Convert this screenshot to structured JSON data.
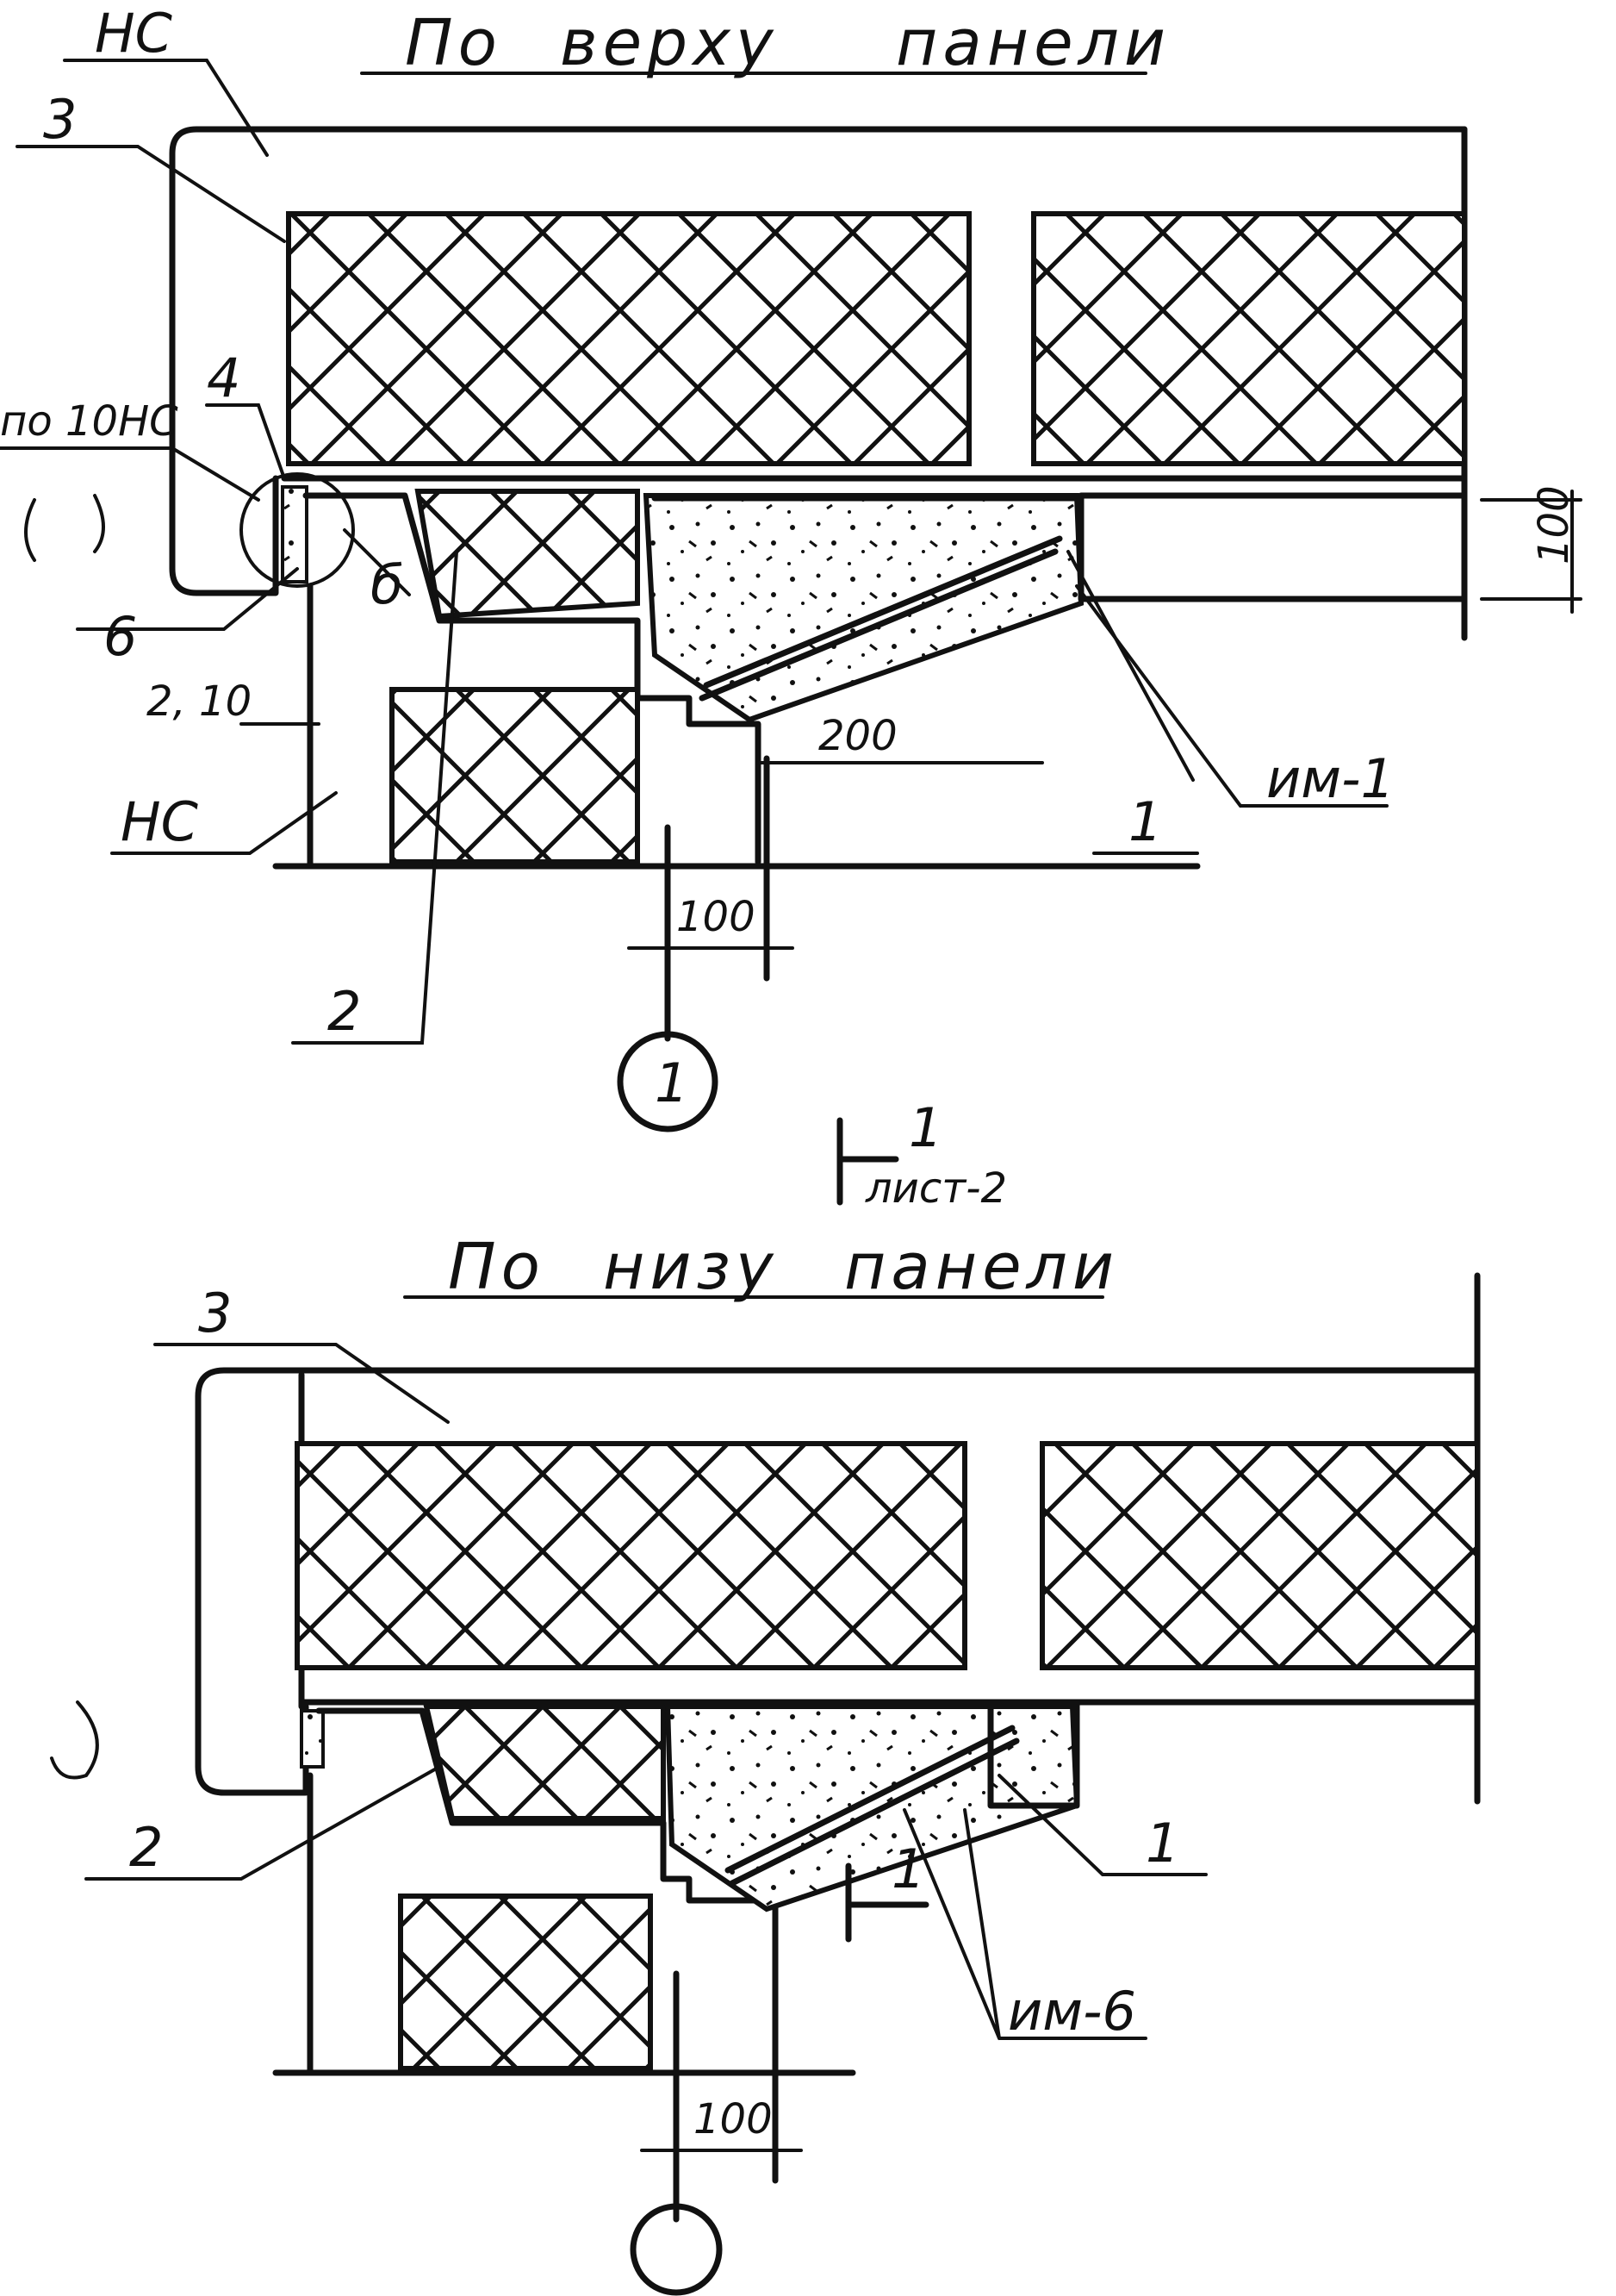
{
  "top_section": {
    "title": [
      "По",
      "верху",
      "панели"
    ],
    "labels": {
      "nc_top": "НС",
      "item_3": "3",
      "item_4": "4",
      "callout_node": "по 10НС",
      "item_b": "б",
      "item_6": "6",
      "dim_2_10": "2, 10",
      "nc_bottom": "НС",
      "dim_200": "200",
      "im_1": "им-1",
      "item_1": "1",
      "dim_100_right": "100",
      "dim_100_bottom": "100",
      "item_2": "2",
      "axis_mark": "1"
    }
  },
  "section_marker": {
    "number": "1",
    "sheet": "лист-2"
  },
  "bottom_section": {
    "title": [
      "По",
      "низу",
      "панели"
    ],
    "labels": {
      "item_3": "3",
      "item_2": "2",
      "item_1": "1",
      "section_cut": "1",
      "im_6": "им-6",
      "dim_100": "100"
    }
  },
  "colors": {
    "ink": "#111111",
    "paper": "#ffffff"
  }
}
